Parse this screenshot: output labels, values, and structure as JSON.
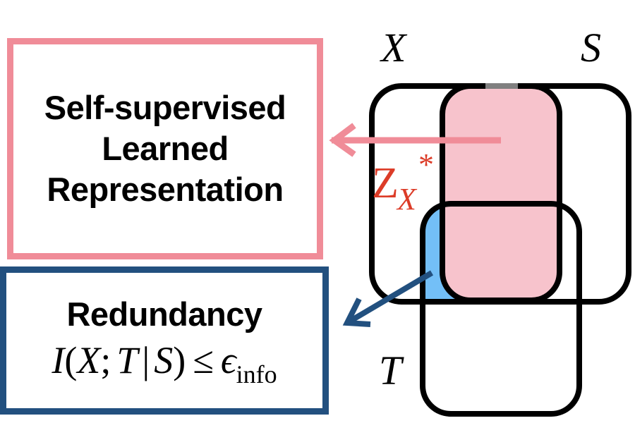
{
  "left_panel": {
    "ssl_box": {
      "lines": [
        "Self-supervised",
        "Learned",
        "Representation"
      ]
    },
    "redundancy_box": {
      "title": "Redundancy",
      "formula": {
        "lhs_fn": "I",
        "open": "(",
        "var1": "X",
        "sep1": ";",
        "var2": "T",
        "bar": "|",
        "var3": "S",
        "close": ")",
        "relation": "≤",
        "epsilon": "ϵ",
        "epsilon_sub": "info"
      }
    }
  },
  "venn": {
    "labels": {
      "x": "X",
      "s": "S",
      "t": "T",
      "z_main": "Z",
      "z_sub": "X",
      "z_sup": "*"
    }
  },
  "colors": {
    "ssl_border": "#f08c98",
    "redundancy_border": "#22507f",
    "z_fill": "#f7c3cc",
    "redundancy_fill": "#73bff7",
    "z_label": "#dc3c28",
    "gray_segment": "#808080",
    "pink_arrow": "#f08c98",
    "blue_arrow": "#22507f"
  }
}
